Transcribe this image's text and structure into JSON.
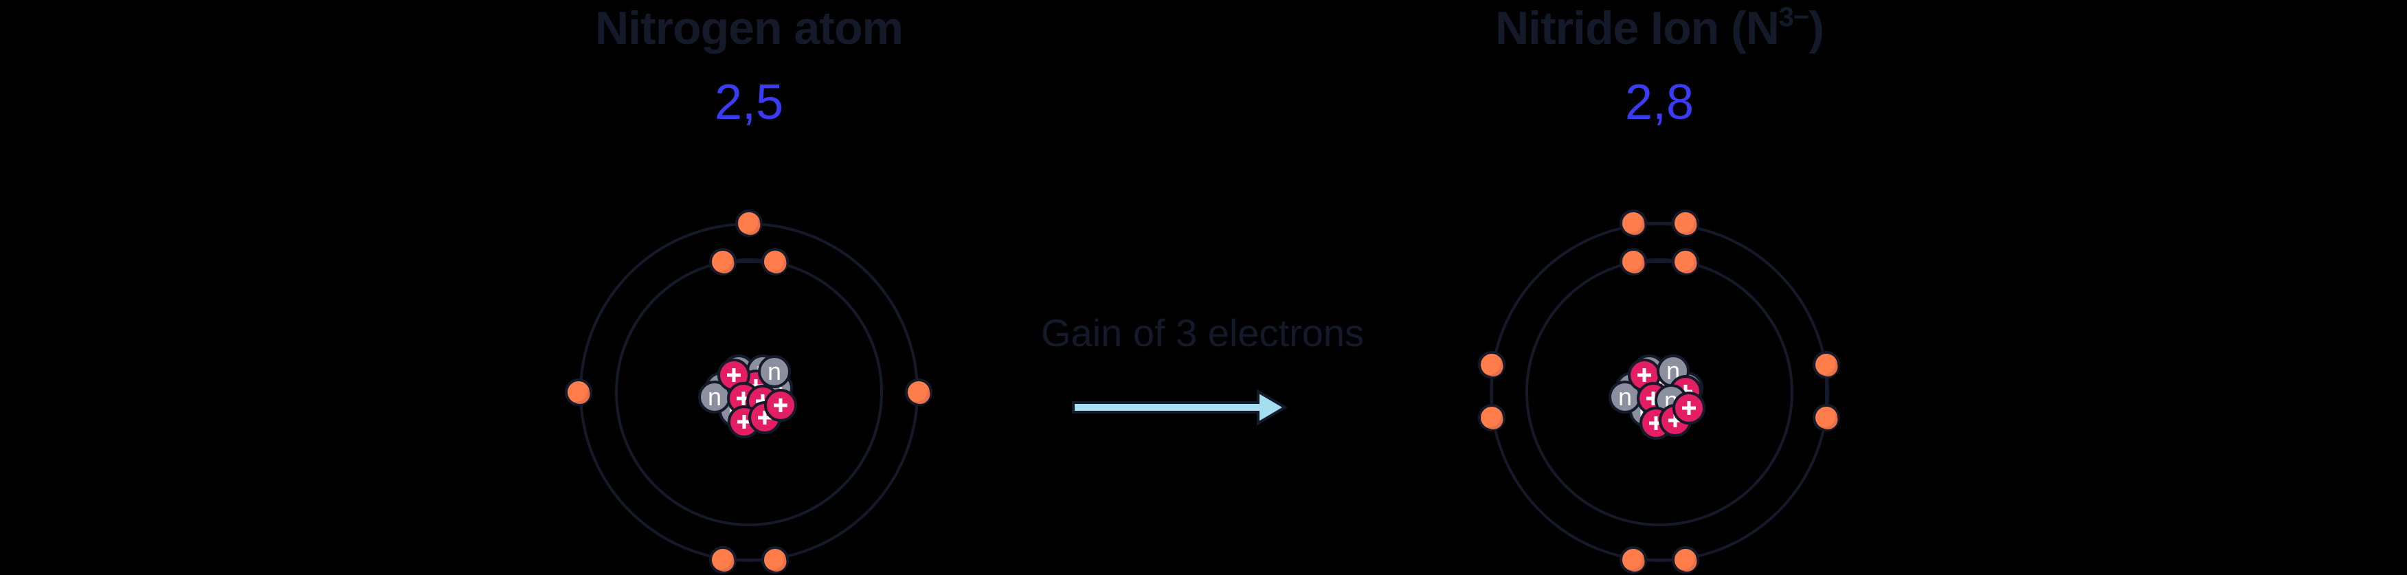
{
  "colors": {
    "background": "#000000",
    "title_text": "#141A2A",
    "config_text": "#3B3BF5",
    "shell_line": "#141A2A",
    "electron_fill": "#FF7D4A",
    "electron_shade": "#E8704A",
    "proton_fill": "#E31E63",
    "neutron_fill": "#8C8F9E",
    "arrow_fill": "#A3DFF0"
  },
  "left_panel": {
    "title": "Nitrogen atom",
    "electron_configuration": "2,5",
    "shells": [
      2,
      5
    ]
  },
  "right_panel": {
    "title_main": "Nitride Ion (N",
    "title_superscript": "3−",
    "title_close": ")",
    "electron_configuration": "2,8",
    "shells": [
      2,
      8
    ]
  },
  "transition": {
    "label": "Gain of 3 electrons",
    "arrow": "right-arrow"
  },
  "nucleus": {
    "proton_symbol": "+",
    "neutron_symbol": "n"
  }
}
